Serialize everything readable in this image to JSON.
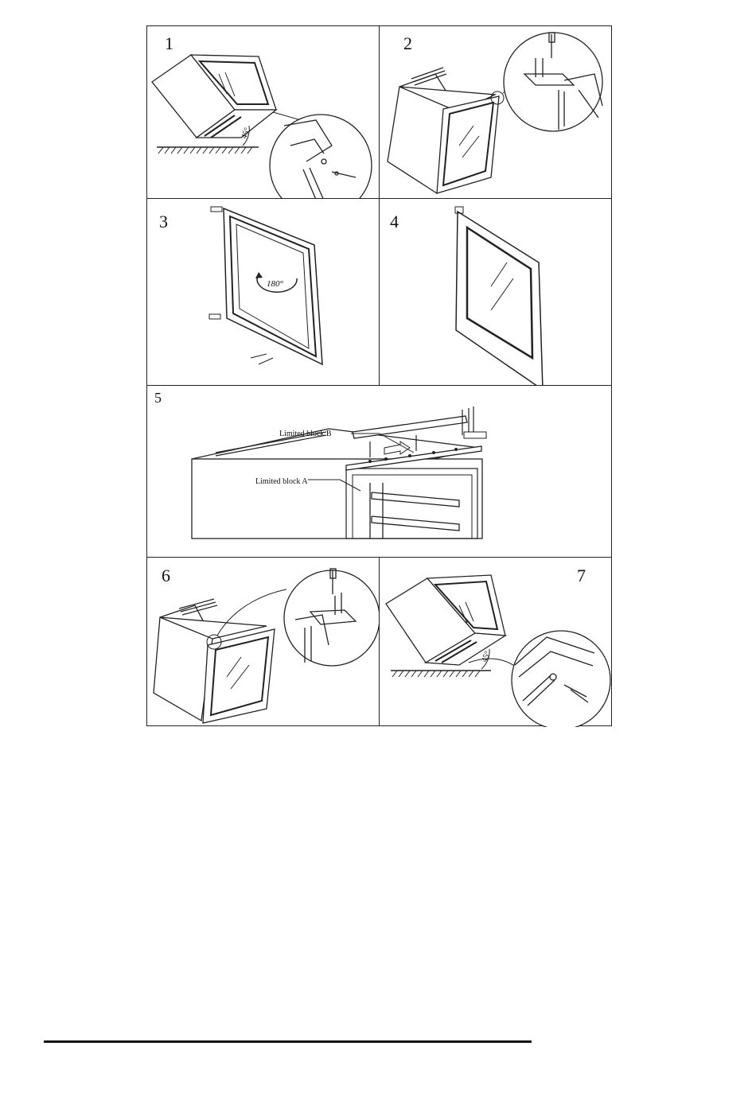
{
  "steps": [
    {
      "number": "1",
      "angle_label": "45°"
    },
    {
      "number": "2"
    },
    {
      "number": "3",
      "rotation_label": "180°"
    },
    {
      "number": "4"
    },
    {
      "number": "5",
      "label_b": "Limited block  B",
      "label_a": "Limited block  A"
    },
    {
      "number": "6"
    },
    {
      "number": "7",
      "angle_label": "45°"
    }
  ]
}
